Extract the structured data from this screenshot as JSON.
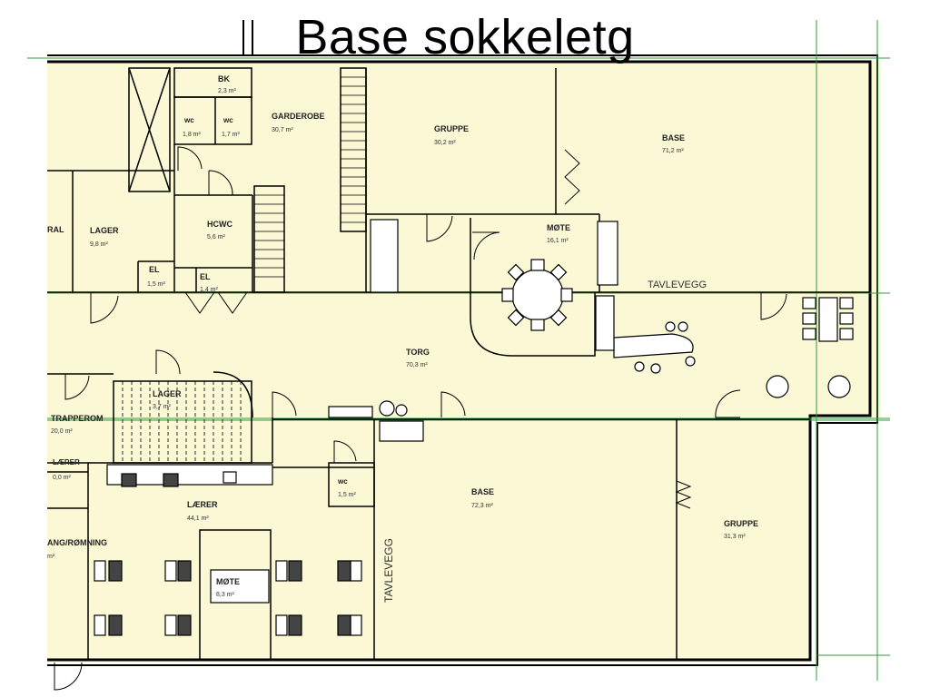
{
  "title": "Base sokkeletg",
  "rooms": [
    {
      "name": "BK",
      "area": "2,3 m²"
    },
    {
      "name": "wc",
      "area": "1,8 m²"
    },
    {
      "name": "wc",
      "area": "1,7 m²"
    },
    {
      "name": "GARDEROBE",
      "area": "30,7 m²"
    },
    {
      "name": "GRUPPE",
      "area": "30,2 m²"
    },
    {
      "name": "BASE",
      "area": "71,2 m²"
    },
    {
      "name": "RAL",
      "area": ""
    },
    {
      "name": "LAGER",
      "area": "9,8 m²"
    },
    {
      "name": "HCWC",
      "area": "5,6 m²"
    },
    {
      "name": "EL",
      "area": "1,5 m²"
    },
    {
      "name": "EL",
      "area": "1,4 m²"
    },
    {
      "name": "MØTE",
      "area": "16,1 m²"
    },
    {
      "name": "TORG",
      "area": "70,3 m²"
    },
    {
      "name": "LAGER",
      "area": "3,7 m²"
    },
    {
      "name": "TRAPPEROM",
      "area": "20,0 m²"
    },
    {
      "name": "LÆRER",
      "area": "0,0 m²"
    },
    {
      "name": "wc",
      "area": "1,5 m²"
    },
    {
      "name": "BASE",
      "area": "72,3 m²"
    },
    {
      "name": "LÆRER",
      "area": "44,1 m²"
    },
    {
      "name": "ANG/RØMNING",
      "area": "m²"
    },
    {
      "name": "GRUPPE",
      "area": "31,3 m²"
    },
    {
      "name": "MØTE",
      "area": "8,3 m²"
    }
  ],
  "labels": {
    "tavlevegg_h": "TAVLEVEGG",
    "tavlevegg_v": "TAVLEVEGG"
  },
  "colors": {
    "floor": "#fbf8d6",
    "wall": "#000000",
    "grid": "#2f9e3a"
  }
}
